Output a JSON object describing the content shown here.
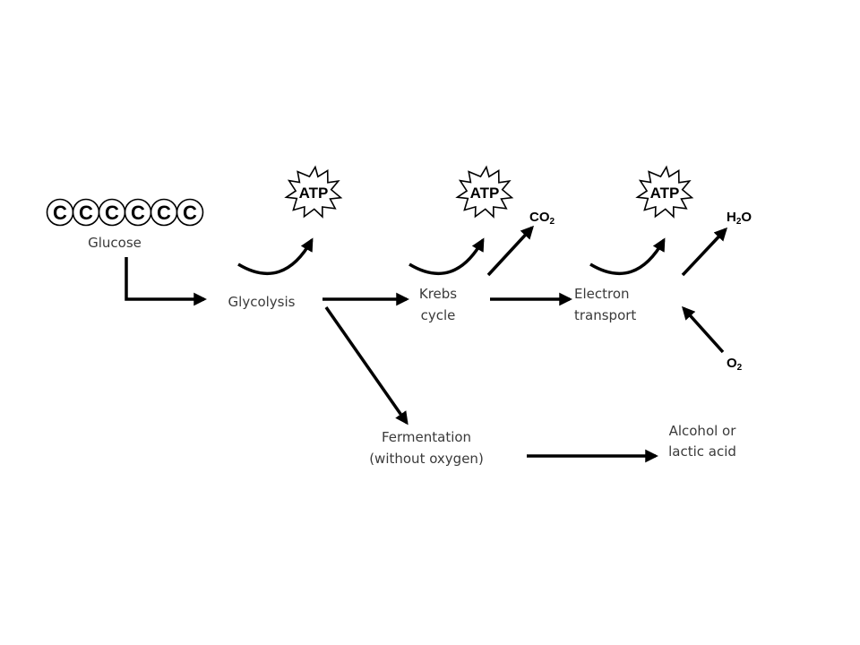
{
  "glucose": {
    "carbon_symbol": "C",
    "carbon_count": 6,
    "label": "Glucose"
  },
  "stages": {
    "glycolysis": "Glycolysis",
    "krebs_line1": "Krebs",
    "krebs_line2": "cycle",
    "electron_line1": "Electron",
    "electron_line2": "transport",
    "fermentation_line1": "Fermentation",
    "fermentation_line2": "(without oxygen)",
    "alcohol_line1": "Alcohol or",
    "alcohol_line2": "lactic acid"
  },
  "atp_label": "ATP",
  "byproducts": {
    "co2_main": "CO",
    "co2_sub": "2",
    "h2o_main": "H",
    "h2o_sub": "2",
    "h2o_tail": "O",
    "o2_main": "O",
    "o2_sub": "2"
  },
  "colors": {
    "ink": "#000000",
    "label_text": "#3a3a3a",
    "background": "#ffffff"
  }
}
